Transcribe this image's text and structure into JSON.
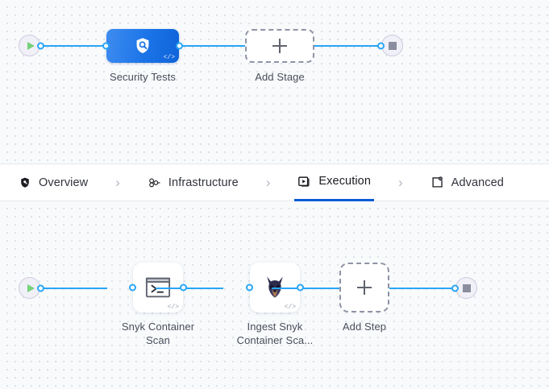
{
  "theme": {
    "accent_blue": "#29a5f5",
    "stage_blue": "#1a74e8",
    "active_tab_underline": "#0b5cd5",
    "canvas_bg": "#f8fafc",
    "dot_color": "#d4dbe3",
    "start_green": "#77d07a",
    "stop_gray": "#8b8e9e"
  },
  "stage_canvas": {
    "name": "pipeline-stages",
    "start_node": {
      "icon": "play-icon",
      "label": ""
    },
    "nodes": [
      {
        "id": "security-tests",
        "label": "Security Tests",
        "icon": "shield-search-icon",
        "badge": "</>",
        "type": "stage"
      },
      {
        "id": "add-stage",
        "label": "Add Stage",
        "icon": "plus-icon",
        "type": "add"
      }
    ],
    "end_node": {
      "icon": "stop-icon",
      "label": ""
    }
  },
  "tabbar": {
    "name": "pipeline-section-tabs",
    "separator": "›",
    "tabs": [
      {
        "id": "overview",
        "label": "Overview",
        "icon": "shield-icon",
        "active": false
      },
      {
        "id": "infrastructure",
        "label": "Infrastructure",
        "icon": "nodes-icon",
        "active": false
      },
      {
        "id": "execution",
        "label": "Execution",
        "icon": "play-box-icon",
        "active": true
      },
      {
        "id": "advanced",
        "label": "Advanced",
        "icon": "gear-box-icon",
        "active": false
      }
    ]
  },
  "step_canvas": {
    "name": "pipeline-steps",
    "start_node": {
      "icon": "play-icon",
      "label": ""
    },
    "nodes": [
      {
        "id": "snyk-container-scan",
        "label": "Snyk Container\nScan",
        "icon": "terminal-icon",
        "badge": "</>",
        "type": "step"
      },
      {
        "id": "ingest-snyk-container-scan",
        "label": "Ingest Snyk\nContainer Sca...",
        "icon": "snyk-doberman-icon",
        "badge": "</>",
        "type": "step"
      },
      {
        "id": "add-step",
        "label": "Add Step",
        "icon": "plus-icon",
        "type": "add"
      }
    ],
    "end_node": {
      "icon": "stop-icon",
      "label": ""
    }
  }
}
